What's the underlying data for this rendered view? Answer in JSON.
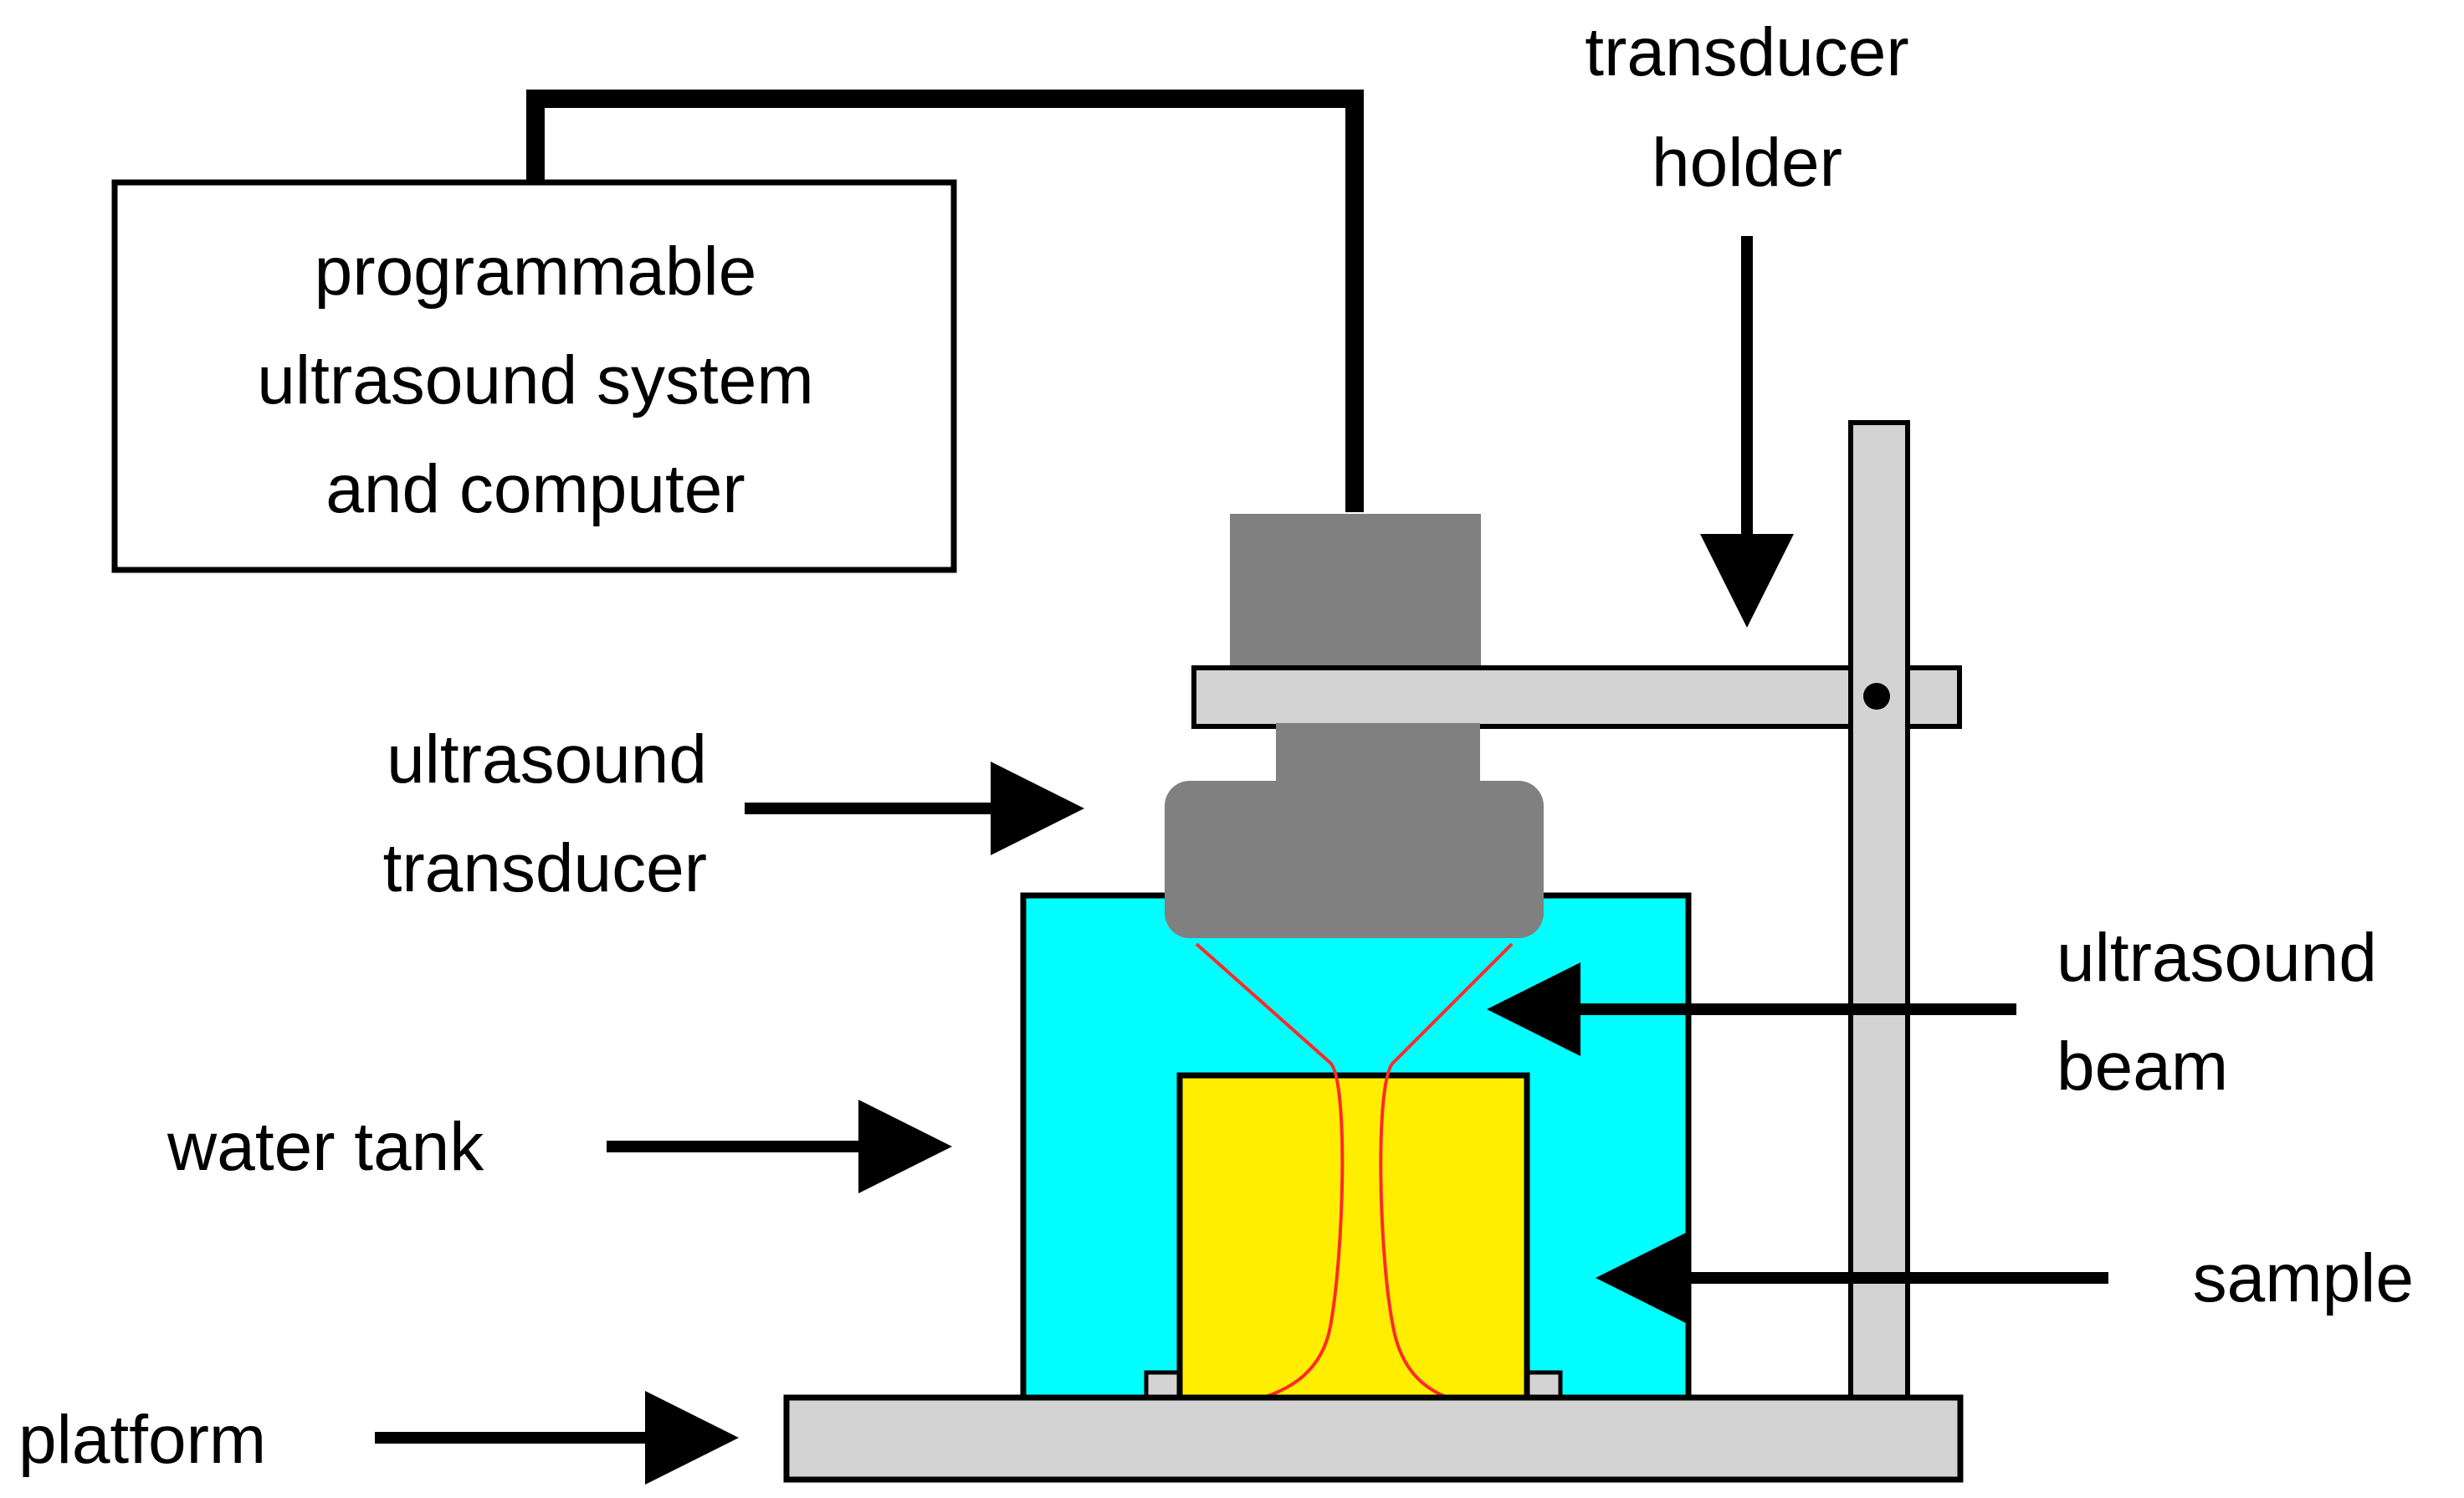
{
  "labels": {
    "system_box": [
      "programmable",
      "ultrasound system",
      "and computer"
    ],
    "transducer_holder": [
      "transducer",
      "holder"
    ],
    "ultrasound_transducer": [
      "ultrasound",
      "transducer"
    ],
    "ultrasound_beam": [
      "ultrasound",
      "beam"
    ],
    "water_tank": "water tank",
    "sample": "sample",
    "platform": "platform"
  },
  "colors": {
    "water": "#00ffff",
    "sample": "#ffee00",
    "transducer": "#808080",
    "metal": "#d3d3d3",
    "beam": "#ff2a2a",
    "outline": "#000000"
  }
}
